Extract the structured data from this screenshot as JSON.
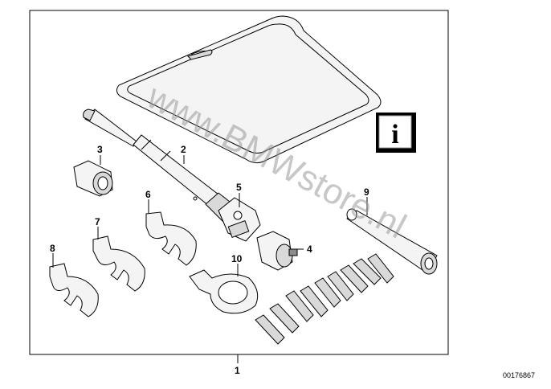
{
  "diagram": {
    "watermark": "www.BMWstore.nl",
    "part_number": "00176867",
    "info_glyph": "i",
    "callouts": {
      "c1": "1",
      "c2": "2",
      "c3": "3",
      "c4": "4",
      "c5": "5",
      "c6": "6",
      "c7": "7",
      "c8": "8",
      "c9": "9",
      "c10": "10"
    },
    "colors": {
      "line": "#000000",
      "part_light": "#f4f4f4",
      "part_mid": "#d9d9d9",
      "part_dark": "#8c8c8c",
      "watermark": "#9a9a9a"
    },
    "icons": {
      "info": "info-icon"
    }
  }
}
